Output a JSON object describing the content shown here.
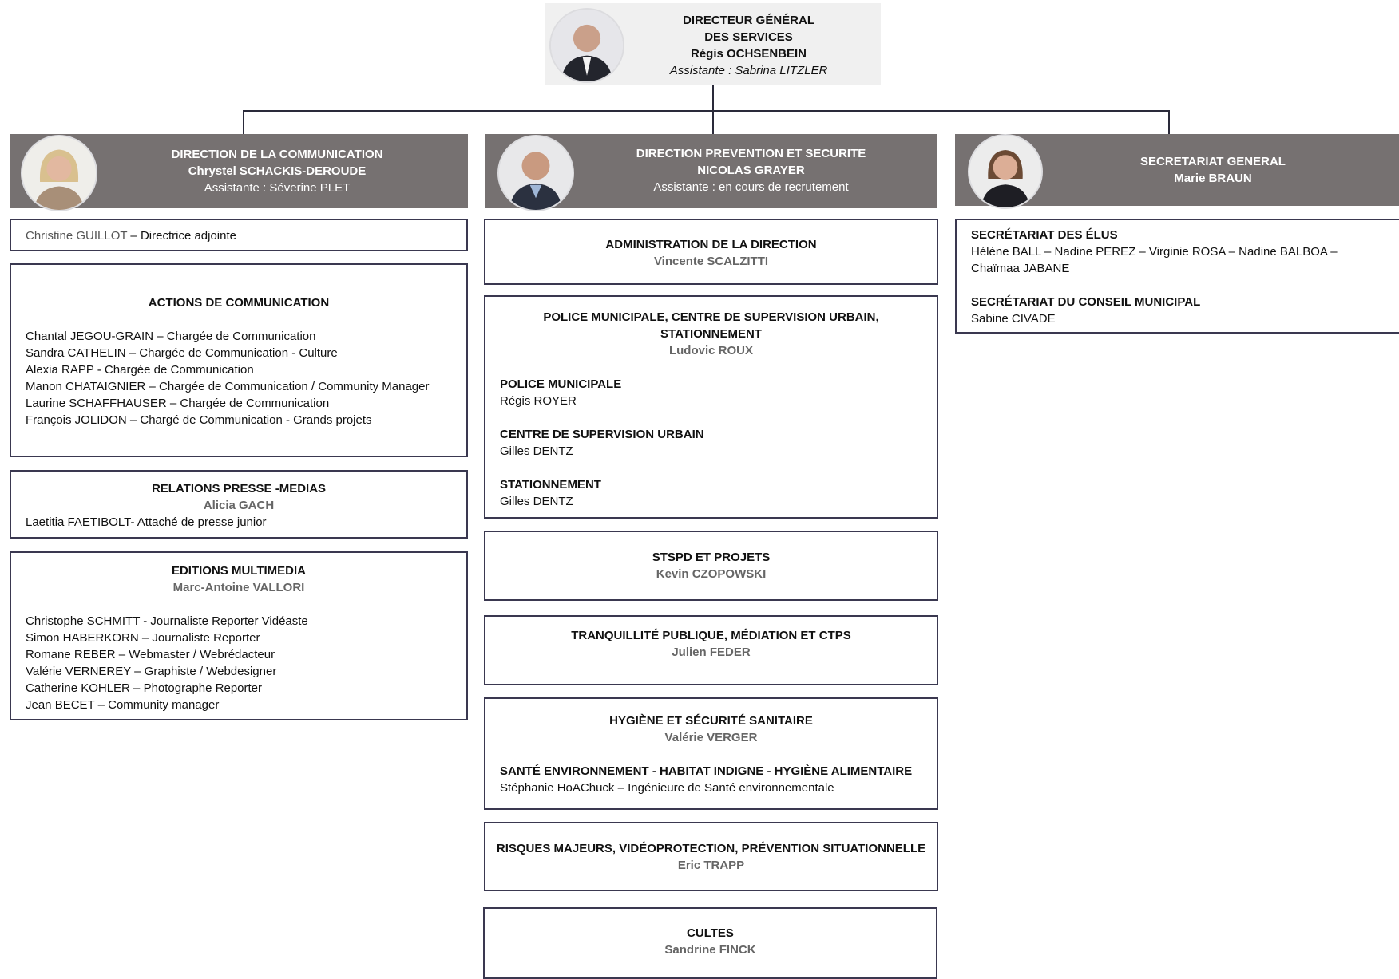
{
  "dg": {
    "line1": "DIRECTEUR GÉNÉRAL",
    "line2": "DES SERVICES",
    "name": "Régis OCHSENBEIN",
    "assistant": "Assistante : Sabrina LITZLER"
  },
  "communication": {
    "title": "DIRECTION DE LA COMMUNICATION",
    "name": "Chrystel SCHACKIS-DEROUDE",
    "assistant": "Assistante : Séverine PLET",
    "deputy_name": "Christine GUILLOT",
    "deputy_role": " – Directrice adjointe",
    "actions": {
      "title": "ACTIONS DE COMMUNICATION",
      "members": [
        "Chantal JEGOU-GRAIN – Chargée de Communication",
        "Sandra CATHELIN – Chargée de Communication - Culture",
        "Alexia RAPP - Chargée de Communication",
        "Manon CHATAIGNIER – Chargée de Communication / Community Manager",
        "Laurine SCHAFFHAUSER – Chargée de Communication",
        "François JOLIDON – Chargé de Communication - Grands projets"
      ]
    },
    "press": {
      "title": "RELATIONS PRESSE -MEDIAS",
      "lead": "Alicia GACH",
      "member": "Laetitia FAETIBOLT- Attaché de presse junior"
    },
    "multimedia": {
      "title": "EDITIONS MULTIMEDIA",
      "lead": "Marc-Antoine VALLORI",
      "members": [
        "Christophe SCHMITT - Journaliste Reporter Vidéaste",
        "Simon HABERKORN – Journaliste Reporter",
        "Romane REBER – Webmaster / Webrédacteur",
        "Valérie VERNEREY – Graphiste / Webdesigner",
        "Catherine KOHLER – Photographe Reporter",
        "Jean BECET – Community manager"
      ]
    }
  },
  "prevention": {
    "title": "DIRECTION PREVENTION ET SECURITE",
    "name": "NICOLAS GRAYER",
    "assistant": "Assistante :  en cours de recrutement",
    "admin": {
      "title": "ADMINISTRATION DE LA DIRECTION",
      "lead": "Vincente SCALZITTI"
    },
    "police": {
      "title1": "POLICE MUNICIPALE, CENTRE DE SUPERVISION URBAIN,",
      "title2": "STATIONNEMENT",
      "lead": "Ludovic ROUX",
      "subs": [
        {
          "title": "POLICE MUNICIPALE",
          "name": "Régis ROYER"
        },
        {
          "title": "CENTRE DE SUPERVISION URBAIN",
          "name": "Gilles DENTZ"
        },
        {
          "title": "STATIONNEMENT",
          "name": "Gilles DENTZ"
        }
      ]
    },
    "stspd": {
      "title": "STSPD ET PROJETS",
      "lead": "Kevin CZOPOWSKI"
    },
    "tranquillite": {
      "title": "TRANQUILLITÉ PUBLIQUE, MÉDIATION ET CTPS",
      "lead": "Julien FEDER"
    },
    "hygiene": {
      "title": "HYGIÈNE ET SÉCURITÉ SANITAIRE",
      "lead": "Valérie VERGER",
      "sub_title": "SANTÉ ENVIRONNEMENT - HABITAT INDIGNE - HYGIÈNE ALIMENTAIRE",
      "sub_name": "Stéphanie HoAChuck – Ingénieure de Santé environnementale"
    },
    "risques": {
      "title": "RISQUES MAJEURS, VIDÉOPROTECTION, PRÉVENTION SITUATIONNELLE",
      "lead": "Eric TRAPP"
    },
    "cultes": {
      "title": "CULTES",
      "lead": "Sandrine FINCK"
    }
  },
  "secretariat": {
    "title": "SECRETARIAT GENERAL",
    "name": "Marie BRAUN",
    "elus_title": "SECRÉTARIAT DES ÉLUS",
    "elus_line1": "Hélène BALL – Nadine PEREZ – Virginie ROSA – Nadine BALBOA –",
    "elus_line2": "Chaïmaa JABANE",
    "conseil_title": "SECRÉTARIAT DU CONSEIL MUNICIPAL",
    "conseil_name": "Sabine CIVADE"
  },
  "colors": {
    "header_grey": "#767171",
    "border": "#3a3850",
    "top_bg": "#f0f0f0"
  },
  "icons": [
    "person-photo-icon"
  ]
}
